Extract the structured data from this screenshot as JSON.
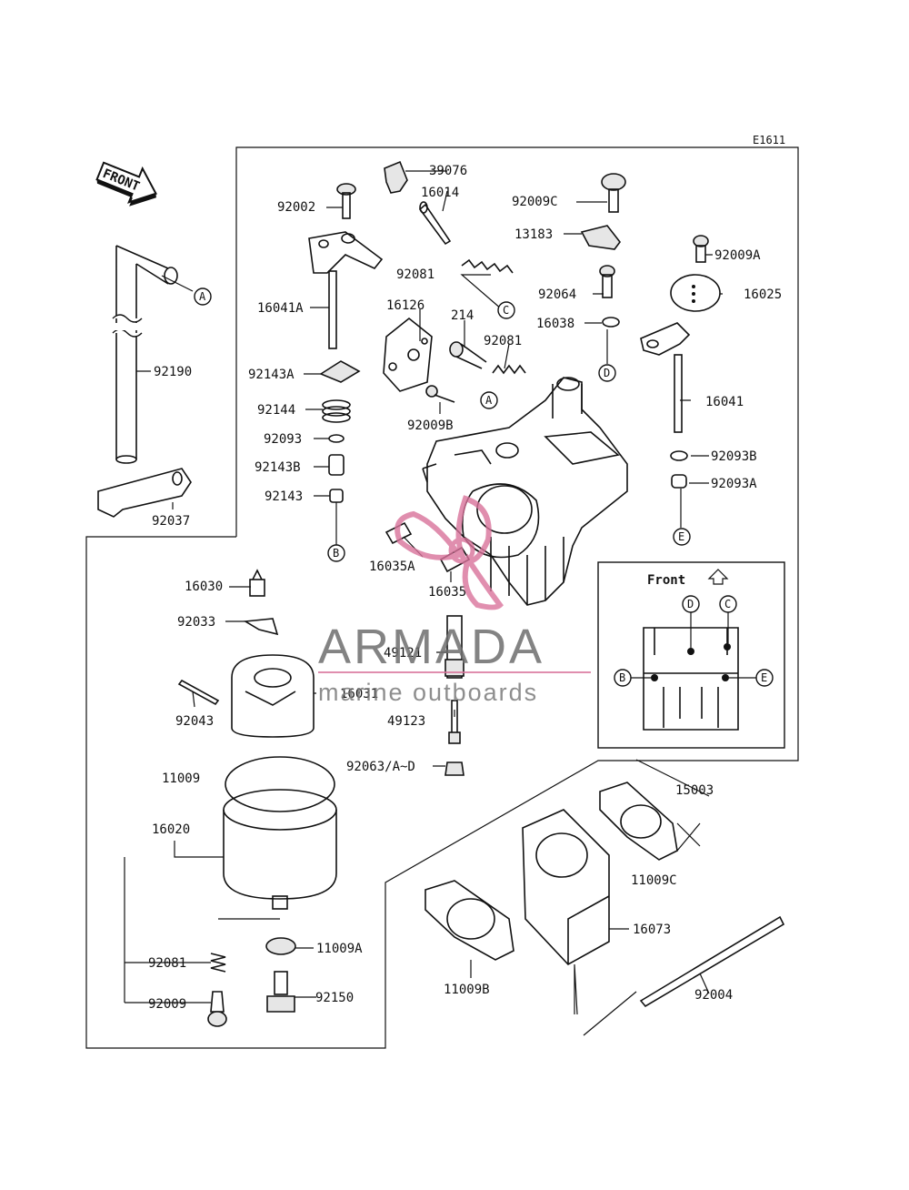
{
  "diagram_code": "E1611",
  "front_arrow_text": "FRONT",
  "inset": {
    "title": "Front",
    "markers": [
      "D",
      "C",
      "B",
      "E"
    ]
  },
  "watermark": {
    "brand": "ARMADA",
    "tagline": "marine outboards"
  },
  "callouts": [
    "A",
    "B",
    "C",
    "D",
    "E"
  ],
  "parts": {
    "p39076": "39076",
    "p16014": "16014",
    "p92002": "92002",
    "p92009C": "92009C",
    "p13183": "13183",
    "p92081a": "92081",
    "p92009A": "92009A",
    "p16041A": "16041A",
    "p16126": "16126",
    "p92064": "92064",
    "p16025": "16025",
    "p214": "214",
    "p92081b": "92081",
    "p16038": "16038",
    "p92190": "92190",
    "p92143A": "92143A",
    "p16041": "16041",
    "p92144": "92144",
    "p92009B": "92009B",
    "p92093": "92093",
    "p92093B": "92093B",
    "p92143B": "92143B",
    "p92093A": "92093A",
    "p92143": "92143",
    "p92037": "92037",
    "p16035A": "16035A",
    "p16035": "16035",
    "p16030": "16030",
    "p92033": "92033",
    "p49121": "49121",
    "p16031": "16031",
    "p92043": "92043",
    "p49123": "49123",
    "p92063": "92063/A~D",
    "p11009": "11009",
    "p15003": "15003",
    "p16020": "16020",
    "p11009C": "11009C",
    "p16073": "16073",
    "p11009A": "11009A",
    "p92081c": "92081",
    "p92150": "92150",
    "p92009": "92009",
    "p11009B": "11009B",
    "p92004": "92004"
  }
}
